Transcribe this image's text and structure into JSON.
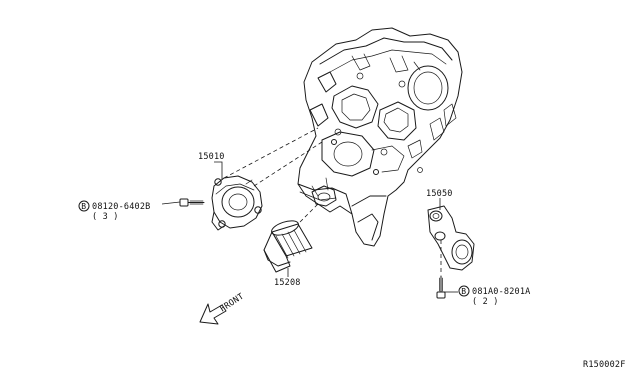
{
  "parts": {
    "oil_pump": {
      "number": "15010"
    },
    "oil_filter": {
      "number": "15208"
    },
    "oil_cooler_connector": {
      "number": "15050"
    }
  },
  "fasteners": {
    "pump_bolt": {
      "symbol": "B",
      "number": "08120-6402B",
      "qty": "( 3 )"
    },
    "connector_bolt": {
      "symbol": "B",
      "number": "081A0-8201A",
      "qty": "( 2 )"
    }
  },
  "direction": {
    "label": "FRONT"
  },
  "diagram_id": "R150002F"
}
